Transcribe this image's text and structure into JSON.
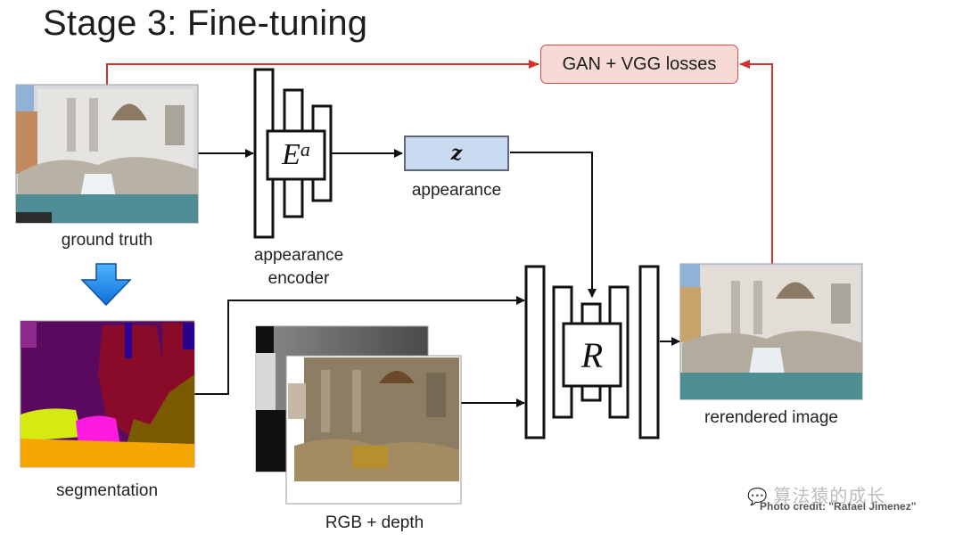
{
  "slide": {
    "title": "Stage 3: Fine-tuning"
  },
  "nodes": {
    "ground_truth": {
      "label": "ground truth"
    },
    "segmentation": {
      "label": "segmentation"
    },
    "rgb_depth": {
      "label": "RGB + depth"
    },
    "appearance_encoder": {
      "symbol": "E",
      "superscript": "a",
      "label_line1": "appearance",
      "label_line2": "encoder"
    },
    "appearance_code": {
      "symbol": "z",
      "label": "appearance"
    },
    "renderer": {
      "symbol": "R"
    },
    "rerendered": {
      "label": "rerendered image"
    },
    "losses": {
      "label": "GAN + VGG losses"
    }
  },
  "colors": {
    "loss_arrow": "#d0342c",
    "loss_box_fill": "#f7d9d6",
    "z_box_fill": "#c9daf1",
    "down_arrow": "#1e88e5",
    "segmentation_palette": [
      "#5a0a5e",
      "#8a0a2a",
      "#7a5a00",
      "#ff1adf",
      "#d4ea10",
      "#f6a600",
      "#2a0090",
      "#8e2a8e"
    ]
  },
  "watermark": {
    "text": "算法猿的成长",
    "credit": "Photo credit: \"Rafael Jimenez\""
  }
}
